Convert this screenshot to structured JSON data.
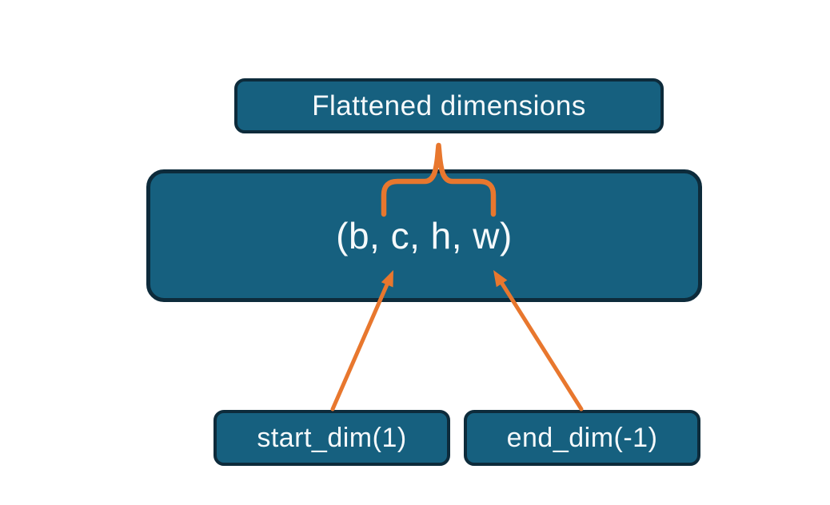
{
  "nodes": {
    "flattened": {
      "label": "Flattened dimensions"
    },
    "tensor": {
      "label": "(b, c, h, w)"
    },
    "start_dim": {
      "label": "start_dim(1)"
    },
    "end_dim": {
      "label": "end_dim(-1)"
    }
  },
  "colors": {
    "node_fill": "#16607F",
    "node_border": "#0D2B3B",
    "accent_orange": "#E8772E",
    "label_text": "#F5F9FB",
    "background": "#FFFFFF"
  }
}
